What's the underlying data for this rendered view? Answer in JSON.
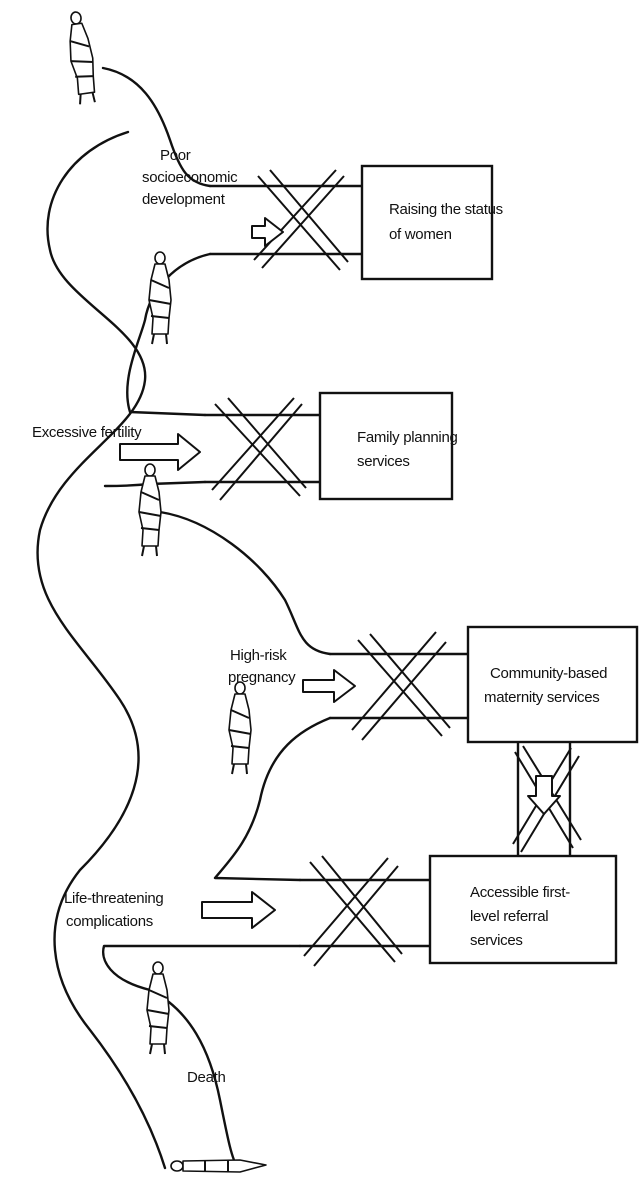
{
  "boxes": {
    "status_of_women": [
      "Raising the status",
      "of women"
    ],
    "family_planning": [
      "Family planning",
      "services"
    ],
    "community_maternity": [
      "Community-based",
      "maternity services"
    ],
    "first_level_referral": [
      "Accessible first-",
      "level referral",
      "services"
    ]
  },
  "obstacles": {
    "socioeconomic": [
      "Poor",
      "socioeconomic",
      "development"
    ],
    "fertility": [
      "Excessive fertility"
    ],
    "pregnancy": [
      "High-risk",
      "pregnancy"
    ],
    "complications": [
      "Life-threatening",
      "complications"
    ]
  },
  "end_label": "Death",
  "icons": [
    "walking-woman-icon",
    "lying-woman-icon",
    "block-arrow-icon",
    "barrier-cross-icon"
  ]
}
